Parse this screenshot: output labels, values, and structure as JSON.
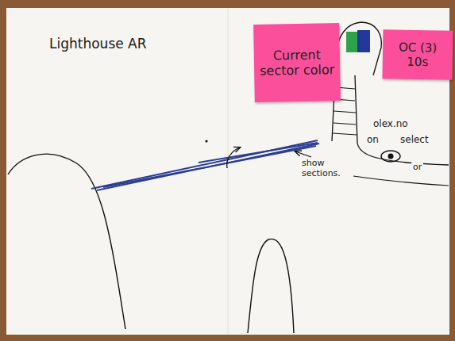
{
  "diagram": {
    "title": "Lighthouse AR",
    "nodes": [
      {
        "text": [
          "Current sector color"
        ]
      },
      {
        "text": [
          "OC (3) 10s"
        ]
      }
    ],
    "edges": [],
    "labels": [
      "olex.no",
      "on",
      "select",
      "or",
      "show sections."
    ]
  }
}
